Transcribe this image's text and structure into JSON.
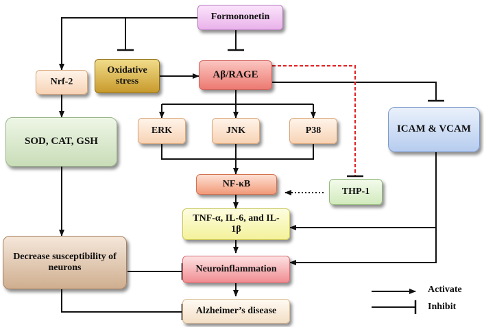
{
  "nodes": {
    "formononetin": "Formononetin",
    "nrf2": "Nrf-2",
    "oxidative_stress": "Oxidative stress",
    "abeta_rage": "Aβ/RAGE",
    "sod_cat_gsh": "SOD, CAT, GSH",
    "erk": "ERK",
    "jnk": "JNK",
    "p38": "P38",
    "icam_vcam": "ICAM & VCAM",
    "nfkb": "NF-κB",
    "thp1": "THP-1",
    "cytokines": "TNF-α, IL-6, and IL-1β",
    "decrease_susceptibility": "Decrease susceptibility of neurons",
    "neuroinflammation": "Neuroinflammation",
    "alzheimers": "Alzheimer’s disease"
  },
  "legend": {
    "activate": "Activate",
    "inhibit": "Inhibit"
  },
  "colors": {
    "formononetin": "#f2c8f2",
    "nrf2": "#fbe3cf",
    "oxidative_stress": "#d6b040",
    "abeta_rage": "#f28b82",
    "sod_cat_gsh": "#d6e6c8",
    "kinases": "#fbe3cf",
    "icam_vcam": "#c9dbf5",
    "nfkb": "#f6a98a",
    "thp1": "#dff2cc",
    "cytokines": "#fafab4",
    "decrease_susceptibility": "#dcc1a8",
    "neuroinflammation": "#f4a3a6",
    "alzheimers": "#f8ead9",
    "inhibition_dashed": "#e02020"
  }
}
